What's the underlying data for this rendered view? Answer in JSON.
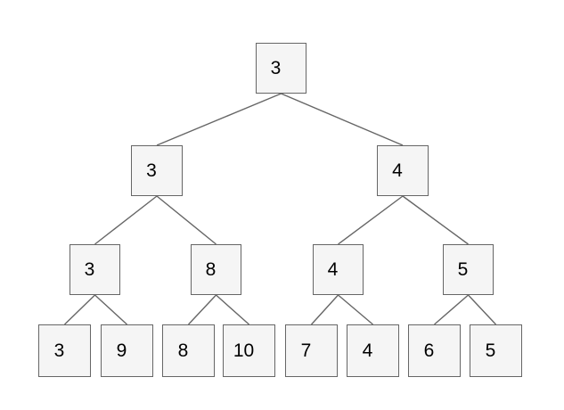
{
  "tree": {
    "levels": [
      {
        "nodes": [
          {
            "label": "3"
          }
        ]
      },
      {
        "nodes": [
          {
            "label": "3"
          },
          {
            "label": "4"
          }
        ]
      },
      {
        "nodes": [
          {
            "label": "3"
          },
          {
            "label": "8"
          },
          {
            "label": "4"
          },
          {
            "label": "5"
          }
        ]
      },
      {
        "nodes": [
          {
            "label": "3"
          },
          {
            "label": "9"
          },
          {
            "label": "8"
          },
          {
            "label": "10"
          },
          {
            "label": "7"
          },
          {
            "label": "4"
          },
          {
            "label": "6"
          },
          {
            "label": "5"
          }
        ]
      }
    ],
    "edges": [
      [
        "level1.0",
        "level2.0"
      ],
      [
        "level1.0",
        "level2.1"
      ],
      [
        "level2.0",
        "level3.0"
      ],
      [
        "level2.0",
        "level3.1"
      ],
      [
        "level2.1",
        "level3.2"
      ],
      [
        "level2.1",
        "level3.3"
      ],
      [
        "level3.0",
        "level4.0"
      ],
      [
        "level3.0",
        "level4.1"
      ],
      [
        "level3.1",
        "level4.2"
      ],
      [
        "level3.1",
        "level4.3"
      ],
      [
        "level3.2",
        "level4.4"
      ],
      [
        "level3.2",
        "level4.5"
      ],
      [
        "level3.3",
        "level4.6"
      ],
      [
        "level3.3",
        "level4.7"
      ]
    ],
    "colors": {
      "node_fill": "#f5f5f5",
      "node_border": "#666666",
      "edge": "#666666",
      "background": "#ffffff"
    }
  }
}
